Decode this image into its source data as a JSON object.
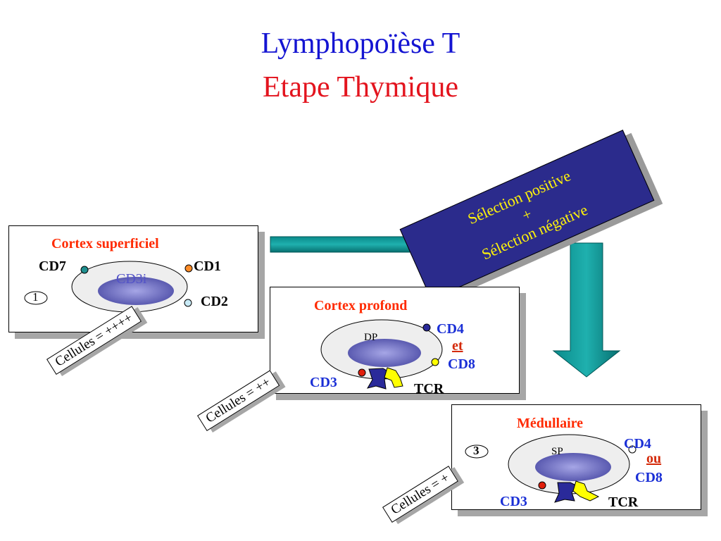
{
  "title": {
    "line1": "Lymphopoïèse T",
    "line2": "Etape Thymique"
  },
  "banner": {
    "line1": "Sélection positive",
    "line2": "+",
    "line3": "Sélection négative"
  },
  "stage1": {
    "title": "Cortex superficiel",
    "number": "1",
    "nucleus": "CD3i",
    "markers": {
      "cd7": "CD7",
      "cd1": "CD1",
      "cd2": "CD2"
    },
    "cells": "Cellules = ++++"
  },
  "stage2": {
    "title": "Cortex profond",
    "nucleus": "DP",
    "markers": {
      "cd4": "CD4",
      "conj": "et",
      "cd8": "CD8",
      "cd3": "CD3",
      "tcr": "TCR"
    },
    "cells": "Cellules = ++"
  },
  "stage3": {
    "title": "Médullaire",
    "number": "3",
    "nucleus": "SP",
    "markers": {
      "cd4": "CD4",
      "conj": "ou",
      "cd8": "CD8",
      "cd3": "CD3",
      "tcr": "TCR"
    },
    "cells": "Cellules = +"
  },
  "colors": {
    "title_blue": "#1414d2",
    "title_red": "#e3141e",
    "panel_title": "#ff2a00",
    "marker_blue": "#1a2fd6",
    "banner_bg": "#2b2b8c",
    "banner_text": "#fff30a",
    "arrow": "#0a9090",
    "tcr_blue": "#2a2a9a",
    "tcr_yellow": "#ffff00"
  }
}
